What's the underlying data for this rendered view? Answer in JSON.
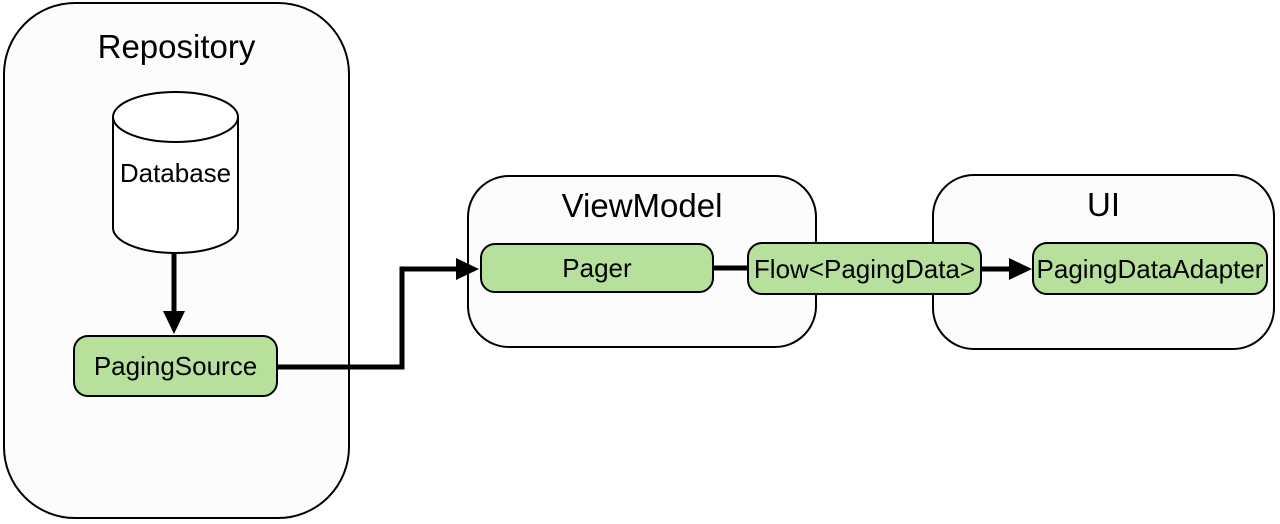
{
  "diagram": {
    "groups": [
      {
        "id": "repository",
        "title": "Repository"
      },
      {
        "id": "viewmodel",
        "title": "ViewModel"
      },
      {
        "id": "ui",
        "title": "UI"
      }
    ],
    "nodes": [
      {
        "id": "database",
        "label": "Database",
        "shape": "cylinder"
      },
      {
        "id": "paging-source",
        "label": "PagingSource",
        "shape": "rounded-rect"
      },
      {
        "id": "pager",
        "label": "Pager",
        "shape": "rounded-rect"
      },
      {
        "id": "flow-paging-data",
        "label": "Flow<PagingData>",
        "shape": "rounded-rect"
      },
      {
        "id": "paging-data-adapter",
        "label": "PagingDataAdapter",
        "shape": "rounded-rect"
      }
    ],
    "edges": [
      {
        "from": "database",
        "to": "paging-source",
        "arrow": true
      },
      {
        "from": "paging-source",
        "to": "pager",
        "arrow": true
      },
      {
        "from": "pager",
        "to": "flow-paging-data",
        "arrow": false
      },
      {
        "from": "flow-paging-data",
        "to": "paging-data-adapter",
        "arrow": true
      }
    ],
    "colors": {
      "node_fill": "#b7e09c",
      "node_border": "#000000",
      "group_fill": "#fcfcfc",
      "group_border": "#000000",
      "connector": "#000000",
      "text": "#000000",
      "background": "#ffffff"
    }
  }
}
